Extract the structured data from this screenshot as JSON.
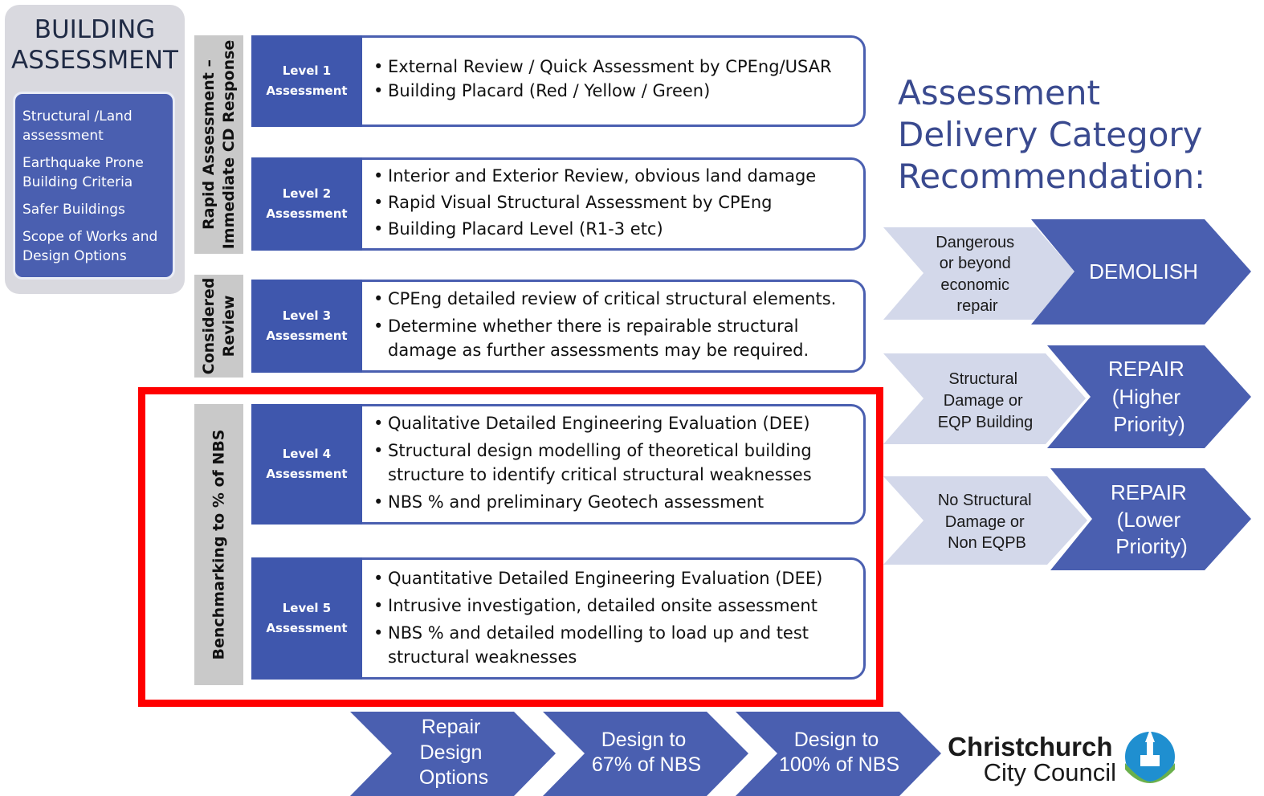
{
  "building_assessment": {
    "title_line1": "BUILDING",
    "title_line2": "ASSESSMENT",
    "items": [
      "Structural /Land assessment",
      "Earthquake Prone Building Criteria",
      "Safer Buildings",
      "Scope of Works and Design Options"
    ]
  },
  "phases": {
    "rapid_line1": "Rapid Assessment –",
    "rapid_line2": "Immediate CD Response",
    "considered_line1": "Considered",
    "considered_line2": "Review",
    "benchmarking": "Benchmarking to % of NBS"
  },
  "levels": [
    {
      "label_line1": "Level 1",
      "label_line2": "Assessment",
      "bullets": [
        "External Review / Quick Assessment by CPEng/USAR",
        "Building Placard (Red / Yellow / Green)"
      ]
    },
    {
      "label_line1": "Level 2",
      "label_line2": "Assessment",
      "bullets": [
        "Interior and Exterior Review, obvious land damage",
        "Rapid Visual Structural Assessment by CPEng",
        "Building Placard Level (R1-3 etc)"
      ]
    },
    {
      "label_line1": "Level 3",
      "label_line2": "Assessment",
      "bullets": [
        "CPEng detailed review of critical structural elements.",
        "Determine whether there is repairable structural damage as further assessments may be required."
      ]
    },
    {
      "label_line1": "Level 4",
      "label_line2": "Assessment",
      "bullets": [
        "Qualitative Detailed Engineering Evaluation (DEE)",
        "Structural design modelling of theoretical building structure to identify critical structural weaknesses",
        "NBS % and preliminary Geotech assessment"
      ]
    },
    {
      "label_line1": "Level 5",
      "label_line2": "Assessment",
      "bullets": [
        "Quantitative Detailed Engineering Evaluation (DEE)",
        "Intrusive investigation, detailed onsite assessment",
        "NBS % and detailed modelling to load up and test structural weaknesses"
      ]
    }
  ],
  "recommendation": {
    "title_line1": "Assessment",
    "title_line2": "Delivery Category",
    "title_line3": "Recommendation:",
    "rows": [
      {
        "condition": [
          "Dangerous",
          "or beyond",
          "economic",
          "repair"
        ],
        "action": [
          "DEMOLISH"
        ]
      },
      {
        "condition": [
          "Structural",
          "Damage or",
          "EQP Building"
        ],
        "action": [
          "REPAIR",
          "(Higher",
          "Priority)"
        ]
      },
      {
        "condition": [
          "No Structural",
          "Damage or",
          "Non EQPB"
        ],
        "action": [
          "REPAIR",
          "(Lower",
          "Priority)"
        ]
      }
    ]
  },
  "bottom_steps": [
    [
      "Repair",
      "Design",
      "Options"
    ],
    [
      "Design to",
      "67% of NBS"
    ],
    [
      "Design to",
      "100% of NBS"
    ]
  ],
  "logo": {
    "line1": "Christchurch",
    "line2": "City Council"
  },
  "colors": {
    "primary_blue": "#4a5fb0",
    "light_chevron": "#d3d8ea",
    "highlight_red": "#ff0000",
    "phase_grey": "#c9c9c9"
  }
}
